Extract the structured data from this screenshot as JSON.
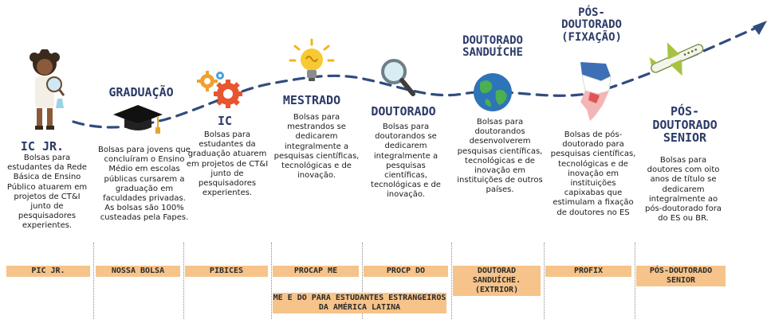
{
  "colors": {
    "path": "#2f4c7e",
    "title": "#2b3a67",
    "tag_bg": "#f6c38a"
  },
  "stages": [
    {
      "id": "ic-jr",
      "title": "IC JR.",
      "icon": "girl-scientist-icon",
      "description": "Bolsas para estudantes da Rede Básica de Ensino Público atuarem em projetos de CT&I junto de pesquisadores experientes.",
      "program": "PIC JR."
    },
    {
      "id": "graduacao",
      "title": "GRADUAÇÃO",
      "icon": "graduation-cap-icon",
      "description": "Bolsas para jovens que concluíram o Ensino Médio em escolas públicas cursarem a graduação em faculdades privadas. As bolsas são 100% custeadas pela Fapes.",
      "program": "NOSSA BOLSA"
    },
    {
      "id": "ic",
      "title": "IC",
      "icon": "gears-icon",
      "description": "Bolsas para estudantes da graduação atuarem em projetos de CT&I junto de pesquisadores experientes.",
      "program": "PIBICES"
    },
    {
      "id": "mestrado",
      "title": "MESTRADO",
      "icon": "light-bulb-icon",
      "description": "Bolsas para mestrandos se dedicarem integralmente a pesquisas científicas, tecnológicas e de inovação.",
      "program": "PROCAP ME"
    },
    {
      "id": "doutorado",
      "title": "DOUTORADO",
      "icon": "magnifying-glass-icon",
      "description": "Bolsas para doutorandos se dedicarem integralmente a pesquisas científicas, tecnológicas e de inovação.",
      "program": "PROCP DO"
    },
    {
      "id": "doutorado-sanduiche",
      "title": "DOUTORADO\nSANDUÍCHE",
      "icon": "globe-icon",
      "description": "Bolsas para doutorandos desenvolverem pesquisas científicas, tecnológicas e de inovação em instituições de outros países.",
      "program": "DOUTORAD SANDUÍCHE.\n(EXTRIOR)"
    },
    {
      "id": "pos-doutorado-fixacao",
      "title": "PÓS-\nDOUTORADO\n(FIXAÇÃO)",
      "icon": "espirito-santo-map-icon",
      "description": "Bolsas de pós-doutorado para pesquisas científicas, tecnológicas e de inovação em instituições capixabas que estimulam a fixação de doutores no ES",
      "program": "PROFIX"
    },
    {
      "id": "pos-doutorado-senior",
      "title": "PÓS-\nDOUTORADO\nSENIOR",
      "icon": "airplane-icon",
      "description": "Bolsas para doutores com oito anos de título se dedicarem integralmente ao pós-doutorado fora do ES ou BR.",
      "program": "PÓS-DOUTORADO\nSENIOR"
    }
  ],
  "extra_program": "ME E DO PARA ESTUDANTES ESTRANGEIROS\nDA AMÉRICA LATINA"
}
